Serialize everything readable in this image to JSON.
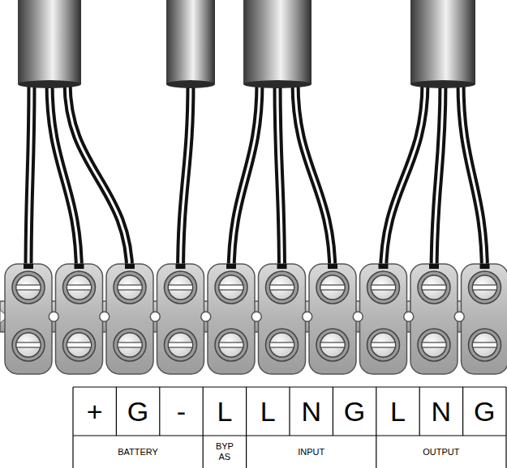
{
  "diagram": {
    "labels": [
      "+",
      "G",
      "-",
      "L",
      "L",
      "N",
      "G",
      "L",
      "N",
      "G",
      "BATTERY",
      "BYP AS",
      "INPUT",
      "OUTPUT"
    ]
  }
}
